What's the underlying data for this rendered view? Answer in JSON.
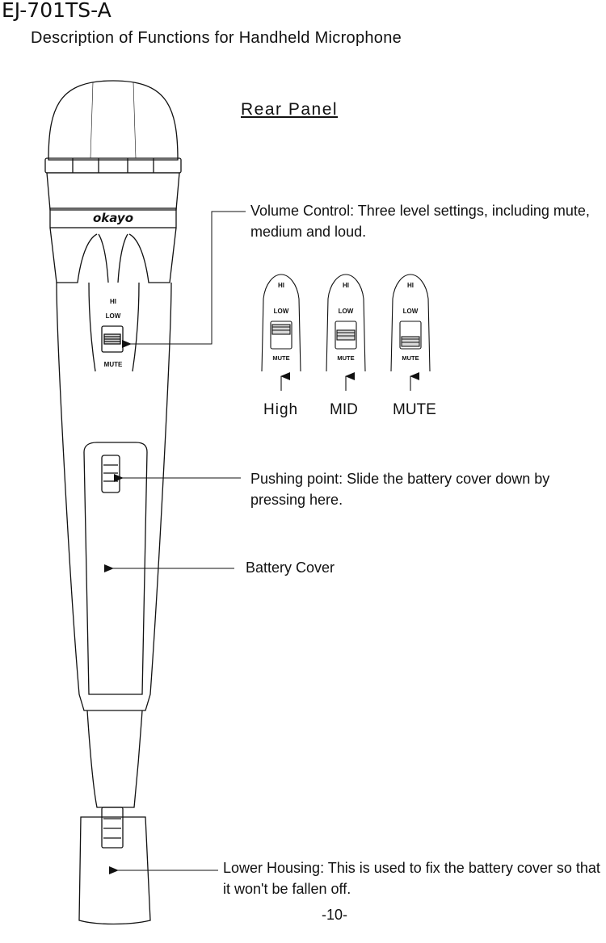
{
  "page": {
    "model": "EJ-701TS-A",
    "heading": "Description of Functions for Handheld Microphone",
    "section_title": "Rear Panel",
    "page_number": "-10-"
  },
  "microphone": {
    "brand": "okayo",
    "switch_labels": {
      "hi": "HI",
      "low": "LOW",
      "mute": "MUTE"
    }
  },
  "callouts": {
    "volume_control": "Volume Control: Three level settings, including mute, medium and loud.",
    "pushing_point": "Pushing point: Slide the battery cover down by pressing here.",
    "battery_cover": "Battery Cover",
    "lower_housing": "Lower Housing: This is used to fix the battery cover so that it won't be fallen off."
  },
  "switch_states": {
    "high": "High",
    "mid": "MID",
    "mute": "MUTE"
  }
}
